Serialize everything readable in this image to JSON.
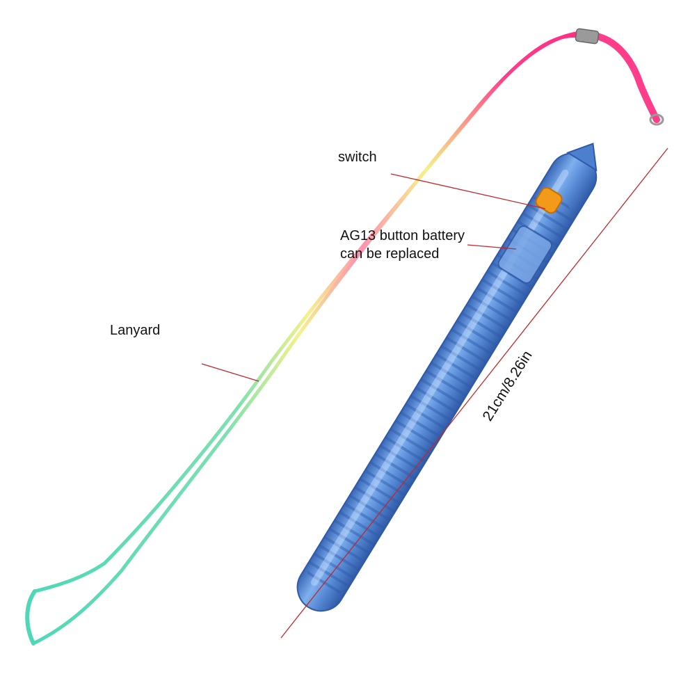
{
  "labels": {
    "switch": "switch",
    "battery_line1": "AG13 button battery",
    "battery_line2": "can be replaced",
    "lanyard": "Lanyard",
    "dimension": "21cm/8.26in"
  },
  "colors": {
    "wand_body": "#5b8ed8",
    "wand_stripe": "#3f6fc0",
    "switch_button": "#f39a1a",
    "annotation_line": "#c0282d",
    "lanyard_pink": "#ff3d8a",
    "lanyard_yellow": "#f4f28a",
    "lanyard_mint": "#4fd8b8"
  }
}
